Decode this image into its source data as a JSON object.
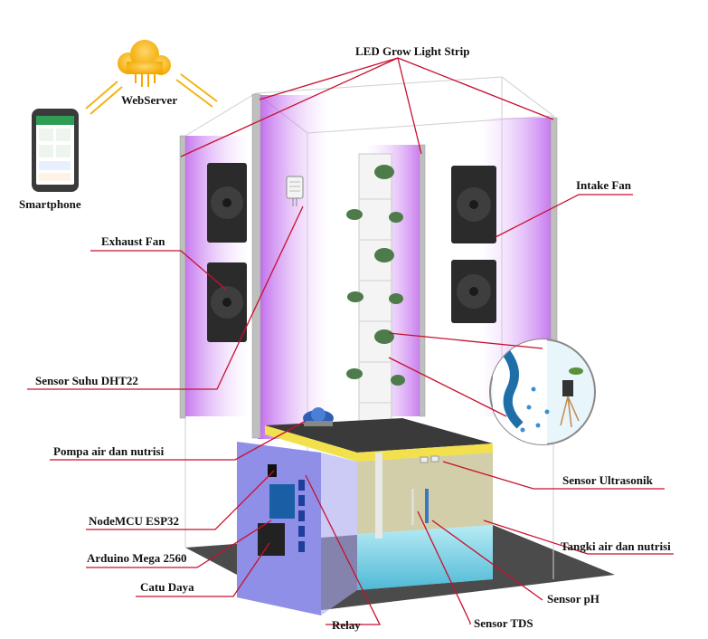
{
  "labels": {
    "led_strip": "LED Grow Light Strip",
    "webserver": "WebServer",
    "smartphone": "Smartphone",
    "intake_fan": "Intake Fan",
    "exhaust_fan": "Exhaust Fan",
    "sensor_suhu": "Sensor Suhu DHT22",
    "pompa": "Pompa air dan nutrisi",
    "sensor_ultrasonik": "Sensor Ultrasonik",
    "nodemcu": "NodeMCU ESP32",
    "tangki": "Tangki air dan nutrisi",
    "arduino": "Arduino Mega 2560",
    "catu_daya": "Catu Daya",
    "sensor_ph": "Sensor pH",
    "relay": "Relay",
    "sensor_tds": "Sensor TDS"
  },
  "colors": {
    "leader_line": "#c8102e",
    "grow_light": "#c77dff",
    "reservoir_yellow": "#f2e14c",
    "water": "#7fd3e6",
    "panel_blue": "#8f8fe8",
    "fan_dark": "#2b2b2b",
    "floor": "#555555",
    "wifi_arrow": "#f2b418"
  },
  "icons": [
    "cloud-icon",
    "smartphone-icon",
    "fan-icon",
    "plant-icon",
    "water-pump-icon",
    "dht22-sensor-icon"
  ]
}
